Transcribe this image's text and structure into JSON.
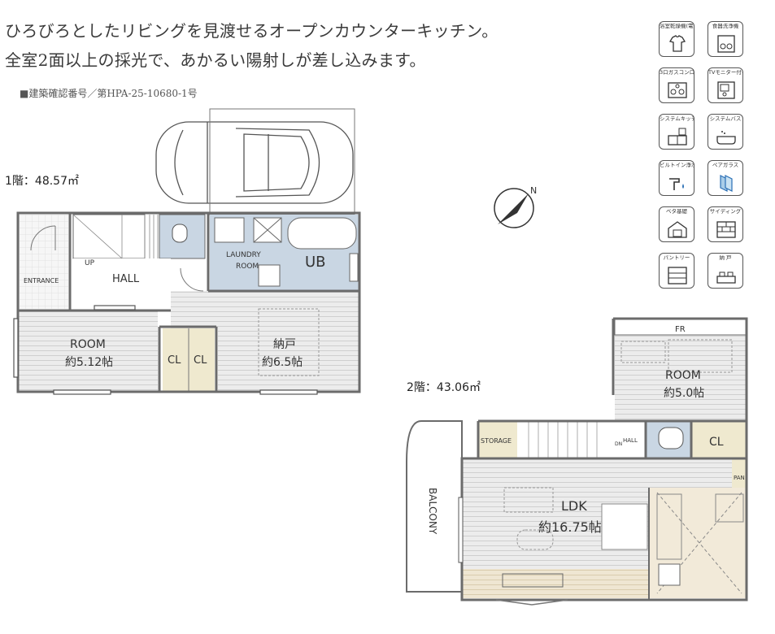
{
  "headline": {
    "line1": "ひろびろとしたリビングを見渡せるオープンカウンターキッチン。",
    "line2": "全室2面以上の採光で、あかるい陽射しが差し込みます。"
  },
  "permit": "■建築確認番号／第HPA-25-10680-1号",
  "floor1": {
    "area": "1階：48.57㎡",
    "rooms": {
      "entrance": "ENTRANCE",
      "up": "UP",
      "hall": "HALL",
      "laundry_line1": "LAUNDRY",
      "laundry_line2": "ROOM",
      "ub": "UB",
      "room_name": "ROOM",
      "room_size": "約5.12帖",
      "cl_a": "CL",
      "cl_b": "CL",
      "storage_name": "納戸",
      "storage_size": "約6.5帖"
    }
  },
  "floor2": {
    "area": "2階：43.06㎡",
    "rooms": {
      "fr": "FR",
      "room_name": "ROOM",
      "room_size": "約5.0帖",
      "storage": "STORAGE",
      "dn": "DN",
      "hall": "HALL",
      "cl": "CL",
      "pan": "PAN",
      "ldk_name": "LDK",
      "ldk_size": "約16.75帖",
      "balcony": "BALCONY"
    }
  },
  "compass": {
    "label": "N"
  },
  "colors": {
    "wall": "#6b6b6b",
    "wood_floor": "#e9e9e9",
    "wet_area": "#c9d6e3",
    "closet": "#efe9cf",
    "kitchen": "#f2ead9",
    "wood_deck": "#efe6d2"
  },
  "features": [
    {
      "label": "浴室乾燥機(電気式)",
      "icon": "shirt-icon"
    },
    {
      "label": "食器洗浄機",
      "icon": "dishwasher-icon"
    },
    {
      "label": "3口ガスコンロ",
      "icon": "stove-icon"
    },
    {
      "label": "TVモニター付インターフォン",
      "icon": "intercom-icon"
    },
    {
      "label": "システムキッチン",
      "icon": "kitchen-icon"
    },
    {
      "label": "システムバス",
      "icon": "bathtub-icon"
    },
    {
      "label": "ビルトイン浄水器",
      "icon": "faucet-icon"
    },
    {
      "label": "ペアガラス",
      "icon": "glass-icon"
    },
    {
      "label": "ベタ基礎",
      "icon": "house-icon"
    },
    {
      "label": "サイディング",
      "icon": "brick-icon"
    },
    {
      "label": "パントリー",
      "icon": "pantry-icon"
    },
    {
      "label": "納 戸",
      "icon": "storage-icon"
    }
  ]
}
